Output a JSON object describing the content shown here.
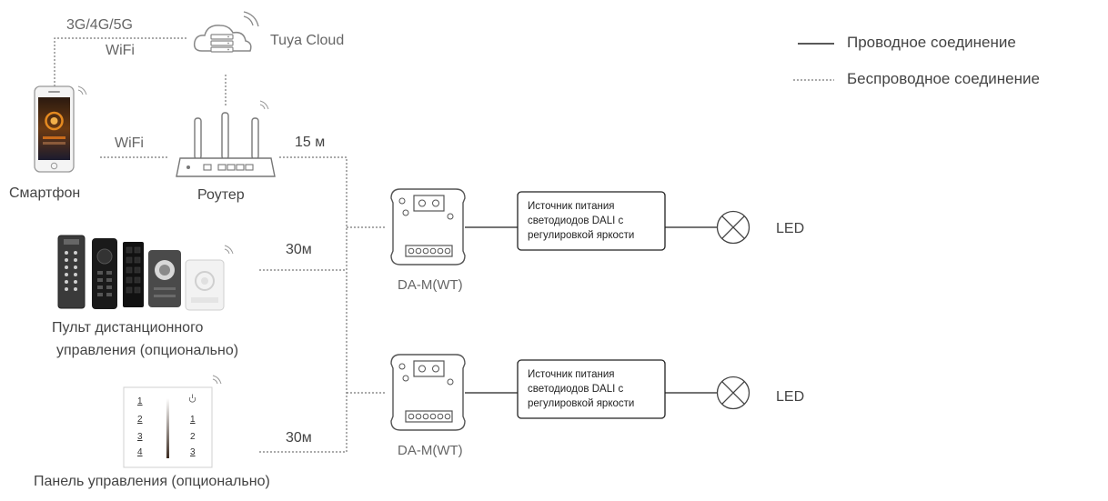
{
  "network": {
    "cellular_label": "3G/4G/5G",
    "wifi_label_top": "WiFi",
    "cloud_label": "Tuya Cloud",
    "wifi_label_mid": "WiFi",
    "smartphone_label": "Смартфон",
    "router_label": "Роутер",
    "distance_router": "15 м",
    "distance_remote": "30м",
    "distance_panel": "30м"
  },
  "legend": {
    "wired": "Проводное соединение",
    "wireless": "Беспроводное соединение"
  },
  "remote": {
    "label_line1": "Пульт дистанционного",
    "label_line2": "управления (опционально)"
  },
  "panel": {
    "label": "Панель управления (опционально)",
    "left_numbers": [
      "1",
      "2",
      "3",
      "4"
    ],
    "right_numbers": [
      "1",
      "2",
      "3"
    ]
  },
  "controllers": [
    {
      "name": "DA-M(WT)",
      "psu_line1": "Источник питания",
      "psu_line2": "светодиодов DALI с",
      "psu_line3": "регулировкой яркости",
      "load_label": "LED"
    },
    {
      "name": "DA-M(WT)",
      "psu_line1": "Источник питания",
      "psu_line2": "светодиодов DALI с",
      "psu_line3": "регулировкой яркости",
      "load_label": "LED"
    }
  ]
}
